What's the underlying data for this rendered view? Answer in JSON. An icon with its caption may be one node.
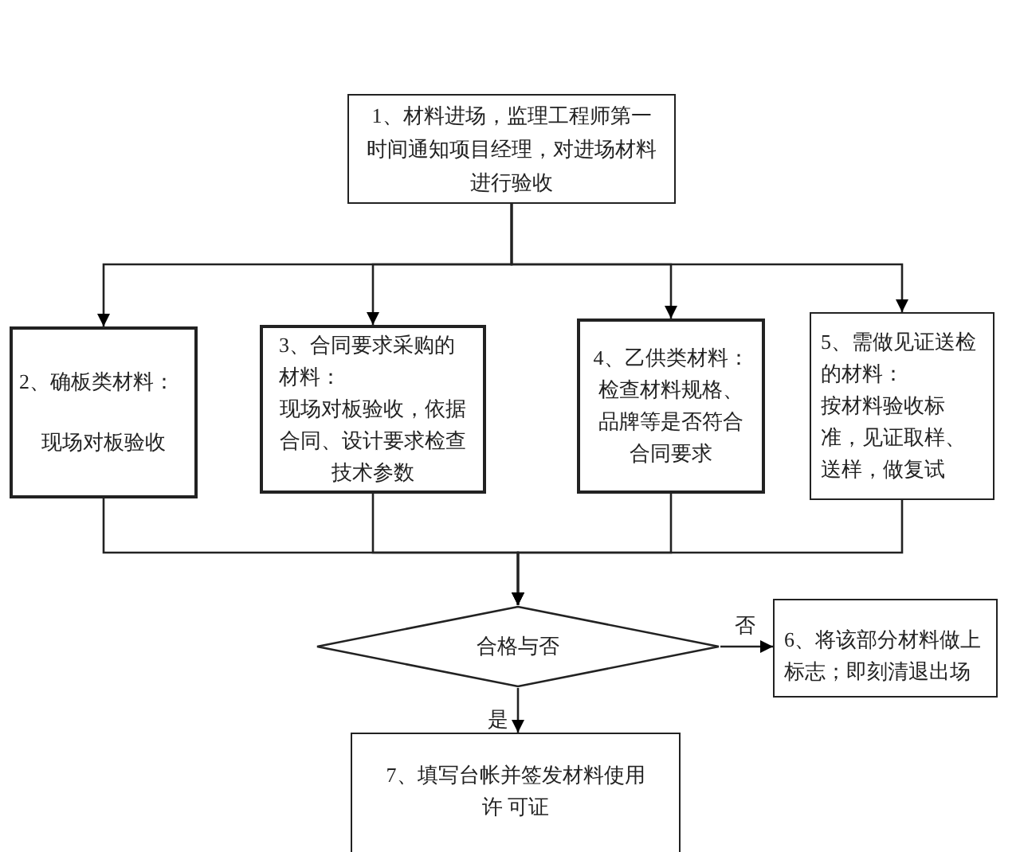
{
  "diagram": {
    "nodes": [
      {
        "text": [
          "1、材料进场，监理工程师第一时间通知项目经理，对进场材料进行验收"
        ]
      },
      {
        "text": [
          "2、确板类材料：",
          "现场对板验收"
        ]
      },
      {
        "text": [
          "3、合同要求采购的材料：",
          "现场对板验收，依据合同、设计要求检查技术参数"
        ]
      },
      {
        "text": [
          "4、乙供类材料：",
          "检查材料规格、品牌等是否符合合同要求"
        ]
      },
      {
        "text": [
          "5、需做见证送检的材料：",
          "按材料验收标准，见证取样、送样，做复试"
        ]
      },
      {
        "text": [
          "合格与否"
        ]
      },
      {
        "text": [
          "6、将该部分材料做上标志；即刻清退出场"
        ]
      },
      {
        "text": [
          "7、填写台帐并签发材料使用许 可证"
        ]
      }
    ],
    "edges": [
      {
        "from": 0,
        "to": 1,
        "arrow": "to"
      },
      {
        "from": 0,
        "to": 2,
        "arrow": "to"
      },
      {
        "from": 0,
        "to": 3,
        "arrow": "to"
      },
      {
        "from": 0,
        "to": 4,
        "arrow": "to"
      },
      {
        "from": 1,
        "to": 5,
        "arrow": "to"
      },
      {
        "from": 2,
        "to": 5,
        "arrow": "to"
      },
      {
        "from": 3,
        "to": 5,
        "arrow": "to"
      },
      {
        "from": 4,
        "to": 5,
        "arrow": "to"
      },
      {
        "from": 5,
        "to": 6,
        "label": "否",
        "arrow": "to"
      },
      {
        "from": 5,
        "to": 7,
        "label": "是",
        "arrow": "to"
      }
    ]
  }
}
